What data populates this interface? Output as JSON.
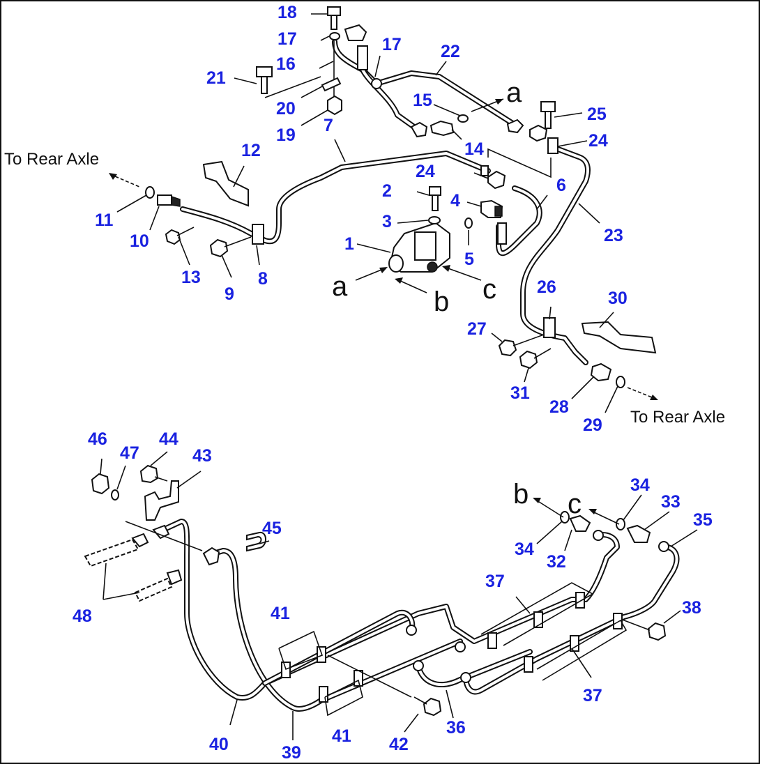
{
  "notes": {
    "to_rear_axle_left": "To Rear Axle",
    "to_rear_axle_right": "To Rear Axle"
  },
  "letters": [
    "a",
    "b",
    "c",
    "a",
    "b",
    "c"
  ],
  "part_numbers": [
    "1",
    "2",
    "3",
    "4",
    "5",
    "6",
    "7",
    "8",
    "9",
    "10",
    "11",
    "12",
    "13",
    "14",
    "15",
    "16",
    "17",
    "17",
    "18",
    "19",
    "20",
    "21",
    "22",
    "23",
    "24",
    "24",
    "25",
    "26",
    "27",
    "28",
    "29",
    "30",
    "31",
    "32",
    "33",
    "34",
    "34",
    "35",
    "36",
    "37",
    "37",
    "38",
    "39",
    "40",
    "41",
    "41",
    "42",
    "43",
    "44",
    "45",
    "46",
    "47",
    "48"
  ],
  "colors": {
    "label": "#1a22e0",
    "line": "#111111",
    "background": "#ffffff"
  }
}
